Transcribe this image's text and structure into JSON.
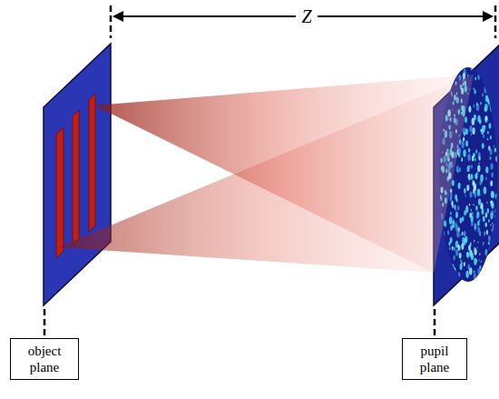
{
  "diagram": {
    "nodes": [
      {
        "text": [
          "object plane"
        ]
      },
      {
        "text": [
          "pupil plane"
        ]
      }
    ],
    "edges": [],
    "labels": [
      "Z"
    ]
  }
}
